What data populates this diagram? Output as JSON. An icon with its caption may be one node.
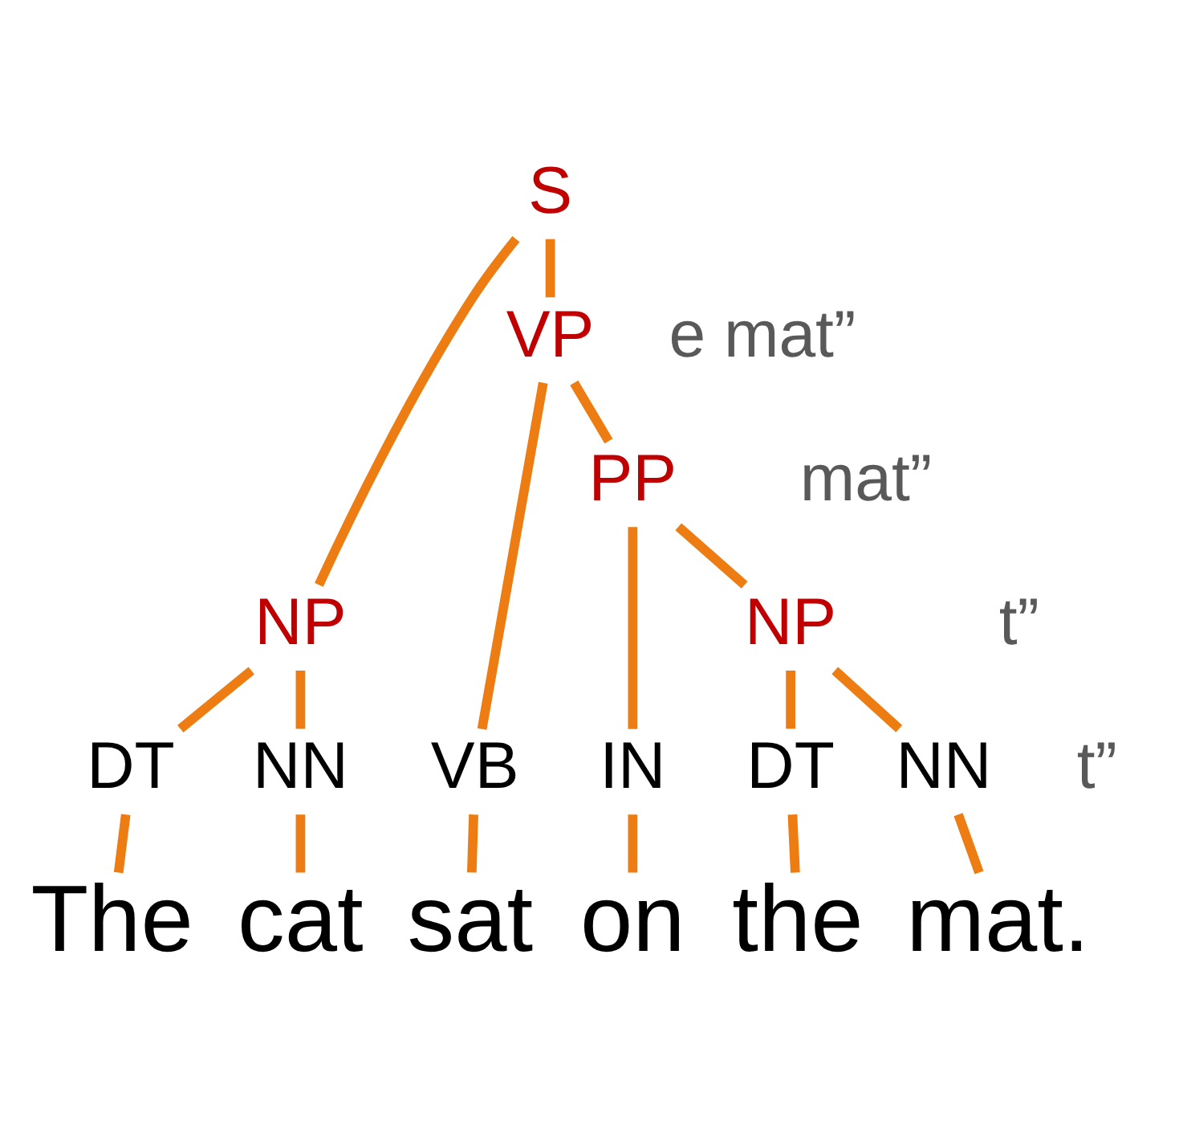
{
  "diagram": {
    "nodes": [
      {
        "text": [
          "S"
        ]
      },
      {
        "text": [
          "VP"
        ]
      },
      {
        "text": [
          "PP"
        ]
      },
      {
        "text": [
          "NP"
        ]
      },
      {
        "text": [
          "NP"
        ]
      },
      {
        "text": [
          "DT"
        ]
      },
      {
        "text": [
          "NN"
        ]
      },
      {
        "text": [
          "VB"
        ]
      },
      {
        "text": [
          "IN"
        ]
      },
      {
        "text": [
          "DT"
        ]
      },
      {
        "text": [
          "NN"
        ]
      },
      {
        "text": [
          "The"
        ]
      },
      {
        "text": [
          "cat"
        ]
      },
      {
        "text": [
          "sat"
        ]
      },
      {
        "text": [
          "on"
        ]
      },
      {
        "text": [
          "the"
        ]
      },
      {
        "text": [
          "mat."
        ]
      }
    ],
    "edges": [
      {
        "from": 0,
        "to": 3,
        "arrow": "none"
      },
      {
        "from": 0,
        "to": 1,
        "arrow": "none"
      },
      {
        "from": 1,
        "to": 7,
        "arrow": "none"
      },
      {
        "from": 1,
        "to": 2,
        "arrow": "none"
      },
      {
        "from": 2,
        "to": 8,
        "arrow": "none"
      },
      {
        "from": 2,
        "to": 4,
        "arrow": "none"
      },
      {
        "from": 3,
        "to": 5,
        "arrow": "none"
      },
      {
        "from": 3,
        "to": 6,
        "arrow": "none"
      },
      {
        "from": 4,
        "to": 9,
        "arrow": "none"
      },
      {
        "from": 4,
        "to": 10,
        "arrow": "none"
      },
      {
        "from": 5,
        "to": 11,
        "arrow": "none"
      },
      {
        "from": 6,
        "to": 12,
        "arrow": "none"
      },
      {
        "from": 7,
        "to": 13,
        "arrow": "none"
      },
      {
        "from": 8,
        "to": 14,
        "arrow": "none"
      },
      {
        "from": 9,
        "to": 15,
        "arrow": "none"
      },
      {
        "from": 10,
        "to": 16,
        "arrow": "none"
      }
    ],
    "labels": [
      "e mat”",
      "mat”",
      "t”",
      "t”"
    ]
  }
}
